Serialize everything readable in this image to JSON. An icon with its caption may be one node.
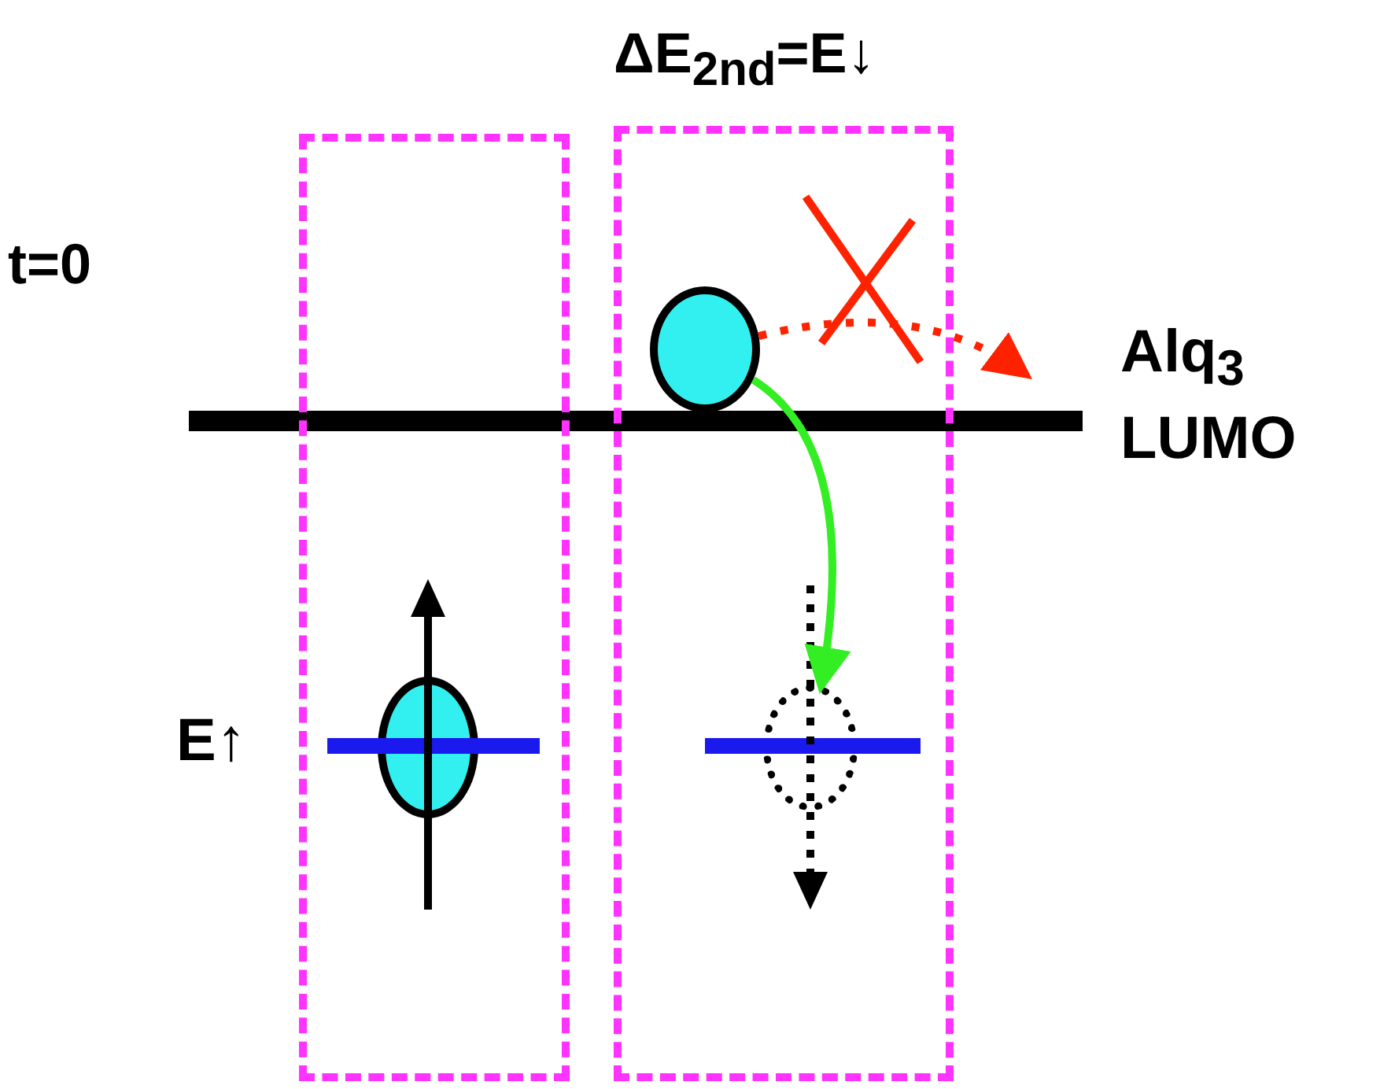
{
  "diagram": {
    "nodes": [
      {
        "text": [],
        "shape": "box"
      },
      {
        "text": [
          "ΔE$_{2nd}$=E↓"
        ]
      },
      {
        "text": [],
        "shape": "circle",
        "in": 0
      },
      {
        "text": [],
        "shape": "circle",
        "in": 1
      },
      {
        "text": [],
        "shape": "circle",
        "in": 1
      }
    ],
    "edges": [
      {
        "from": 3,
        "to": 4,
        "arrow": "to",
        "color": "#33ee22"
      },
      {
        "from": 3,
        "to": null,
        "arrow": "to",
        "style": "dashed",
        "color": "#ff2200"
      }
    ],
    "labels": [
      "t=0",
      "Alq$_{3}$ LUMO",
      "E↑"
    ]
  }
}
